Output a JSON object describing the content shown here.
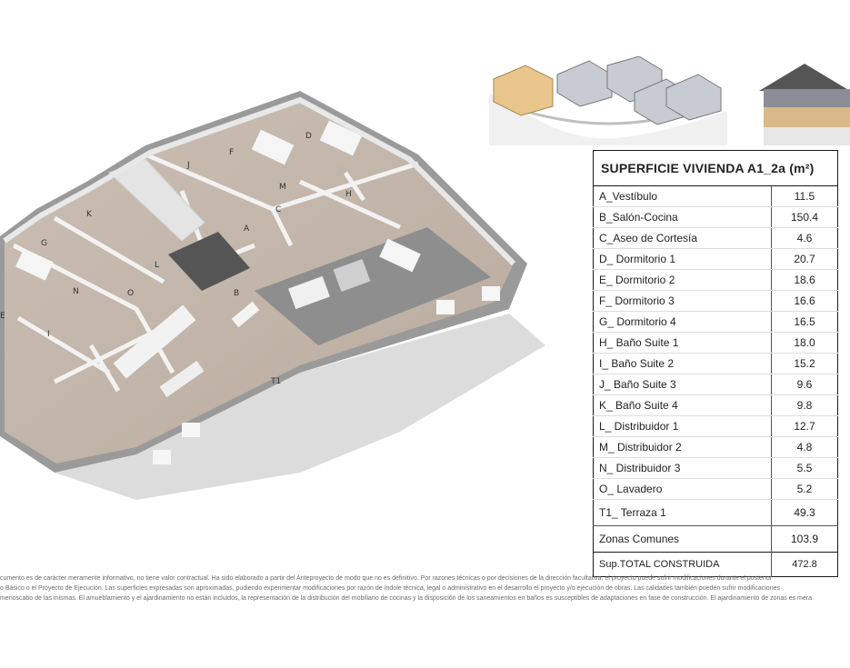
{
  "room_letters": [
    "A",
    "B",
    "C",
    "D",
    "E",
    "F",
    "G",
    "H",
    "I",
    "J",
    "K",
    "L",
    "M",
    "N",
    "O",
    "T1"
  ],
  "table": {
    "title": "SUPERFICIE VIVIENDA A1_2a (m²)",
    "rows": [
      {
        "label": "A_Vestíbulo",
        "value": "11.5"
      },
      {
        "label": "B_Salón-Cocina",
        "value": "150.4"
      },
      {
        "label": "C_Aseo de Cortesía",
        "value": "4.6"
      },
      {
        "label": "D_ Dormitorio 1",
        "value": "20.7"
      },
      {
        "label": "E_ Dormitorio 2",
        "value": "18.6"
      },
      {
        "label": "F_ Dormitorio 3",
        "value": "16.6"
      },
      {
        "label": "G_ Dormitorio 4",
        "value": "16.5"
      },
      {
        "label": "H_ Baño Suite 1",
        "value": "18.0"
      },
      {
        "label": "I_ Baño Suite 2",
        "value": "15.2"
      },
      {
        "label": "J_ Baño Suite 3",
        "value": "9.6"
      },
      {
        "label": "K_ Baño Suite 4",
        "value": "9.8"
      },
      {
        "label": "L_ Distribuidor 1",
        "value": "12.7"
      },
      {
        "label": "M_ Distribuidor 2",
        "value": "4.8"
      },
      {
        "label": "N_ Distribuidor 3",
        "value": "5.5"
      },
      {
        "label": "O_ Lavadero",
        "value": "5.2"
      }
    ],
    "terrace": {
      "label": "T1_ Terraza 1",
      "value": "49.3"
    },
    "common": {
      "label": "Zonas Comunes",
      "value": "103.9"
    },
    "total": {
      "label": "Sup.TOTAL CONSTRUIDA",
      "value": "472.8"
    }
  },
  "disclaimer": [
    "cumento es de carácter meramente informativo, no tiene valor contractual. Ha sido elaborado a partir del Anteproyecto de modo que no es definitivo. Por razones técnicas o por decisiones de la dirección facultativa, el proyecto puede sufrir modificaciones durante el posterior",
    "o Básico o el Proyecto de Ejecución. Las superficies expresadas son aproximadas, pudiendo experimentar modificaciones por razón de índole técnica, legal o administrativo en el desarrollo el proyecto y/o ejecución de obras. Las calidades también pueden sufrir modificaciones",
    "menoscabo de las mismas. El amueblamiento y el ajardinamiento no están incluidos, la representación de la distribución del mobiliario de cocinas y la disposición de los saneamientos en baños es susceptibles de adaptaciones en fase de construcción. El ajardinamiento de zonas es mera"
  ]
}
